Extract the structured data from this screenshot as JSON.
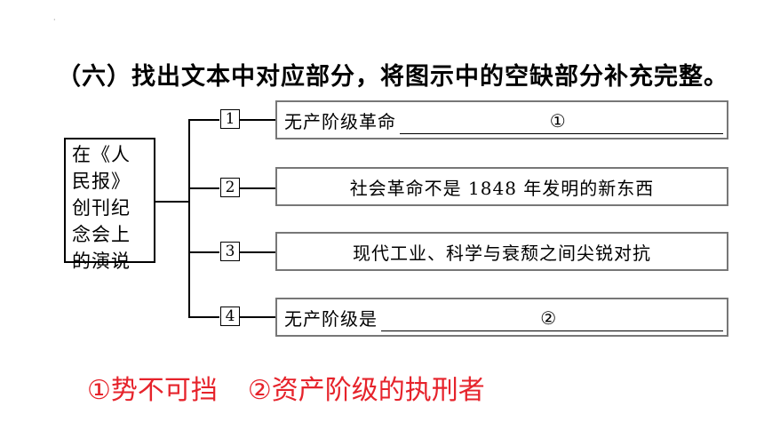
{
  "title": "（六）找出文本中对应部分，将图示中的空缺部分补充完整。",
  "mark": "·",
  "left_box": {
    "lines": [
      "在《人",
      "民报》",
      "创刊纪",
      "念会上",
      "的演说"
    ]
  },
  "items": [
    {
      "num": "1",
      "text": "无产阶级革命",
      "blank_label": "①"
    },
    {
      "num": "2",
      "text": "社会革命不是 1848 年发明的新东西"
    },
    {
      "num": "3",
      "text": "现代工业、科学与衰颓之间尖锐对抗"
    },
    {
      "num": "4",
      "text": "无产阶级是",
      "blank_label": "②"
    }
  ],
  "answer": {
    "a1": "①势不可挡",
    "a2": "②资产阶级的执刑者"
  }
}
